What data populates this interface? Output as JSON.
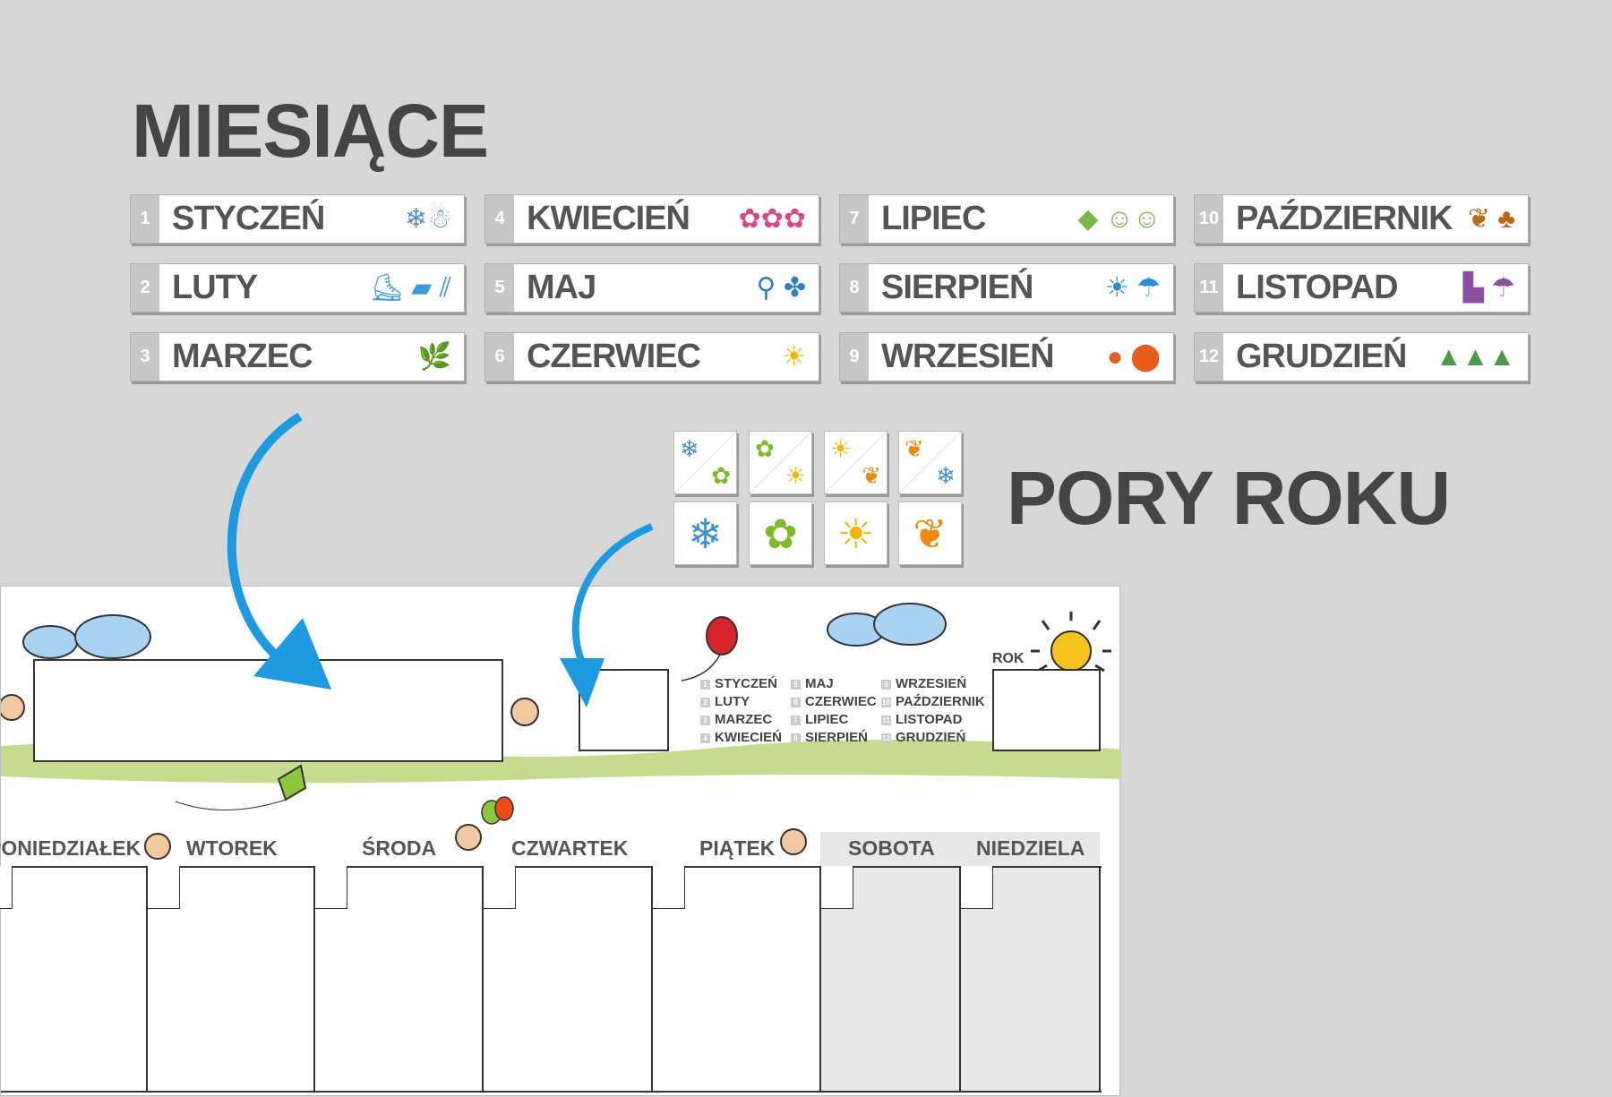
{
  "months_title": "MIESIĄCE",
  "seasons_title": "PORY ROKU",
  "months": [
    {
      "num": "1",
      "label": "STYCZEŃ",
      "icon": "snowman-icon",
      "glyph": "❄☃"
    },
    {
      "num": "2",
      "label": "LUTY",
      "icon": "skates-sled-skis-icon",
      "glyph": "⛸ ▰ ⫽"
    },
    {
      "num": "3",
      "label": "MARZEC",
      "icon": "branch-icon",
      "glyph": "🌿"
    },
    {
      "num": "4",
      "label": "KWIECIEŃ",
      "icon": "tulips-icon",
      "glyph": "✿✿✿"
    },
    {
      "num": "5",
      "label": "MAJ",
      "icon": "bike-icon",
      "glyph": "⚲ ✤"
    },
    {
      "num": "6",
      "label": "CZERWIEC",
      "icon": "sun-sunglasses-icon",
      "glyph": "☀"
    },
    {
      "num": "7",
      "label": "LIPIEC",
      "icon": "kite-kids-icon",
      "glyph": "◆ ☺☺"
    },
    {
      "num": "8",
      "label": "SIERPIEŃ",
      "icon": "beach-umbrella-icon",
      "glyph": "☀ ☂"
    },
    {
      "num": "9",
      "label": "WRZESIEŃ",
      "icon": "apples-pumpkin-icon",
      "glyph": "● ⬤"
    },
    {
      "num": "10",
      "label": "PAŹDZIERNIK",
      "icon": "leaves-acorn-icon",
      "glyph": "❦ ♣"
    },
    {
      "num": "11",
      "label": "LISTOPAD",
      "icon": "boots-umbrella-icon",
      "glyph": "▙ ☂"
    },
    {
      "num": "12",
      "label": "GRUDZIEŃ",
      "icon": "snowy-trees-icon",
      "glyph": "▲▲▲"
    }
  ],
  "seasons": [
    {
      "icon": "winter-spring-icon",
      "a": "❄",
      "b": "✿"
    },
    {
      "icon": "spring-summer-icon",
      "a": "✿",
      "b": "☀"
    },
    {
      "icon": "summer-autumn-icon",
      "a": "☀",
      "b": "❦"
    },
    {
      "icon": "autumn-winter-icon",
      "a": "❦",
      "b": "❄"
    },
    {
      "icon": "winter-icon",
      "a": "❄"
    },
    {
      "icon": "spring-icon",
      "a": "✿"
    },
    {
      "icon": "summer-icon",
      "a": "☀"
    },
    {
      "icon": "autumn-icon",
      "a": "❦"
    }
  ],
  "calendar": {
    "rok_label": "ROK",
    "month_list": [
      "STYCZEŃ",
      "LUTY",
      "MARZEC",
      "KWIECIEŃ",
      "MAJ",
      "CZERWIEC",
      "LIPIEC",
      "SIERPIEŃ",
      "WRZESIEŃ",
      "PAŹDZIERNIK",
      "LISTOPAD",
      "GRUDZIEŃ"
    ],
    "month_nums": [
      "1",
      "2",
      "3",
      "4",
      "5",
      "6",
      "7",
      "8",
      "9",
      "10",
      "11",
      "12"
    ],
    "days": [
      "PONIEDZIAŁEK",
      "WTOREK",
      "ŚRODA",
      "CZWARTEK",
      "PIĄTEK",
      "SOBOTA",
      "NIEDZIELA"
    ]
  },
  "colors": {
    "arrow": "#1e9be0",
    "grass": "#c5dc8e",
    "weekend": "#e8e8e8"
  }
}
